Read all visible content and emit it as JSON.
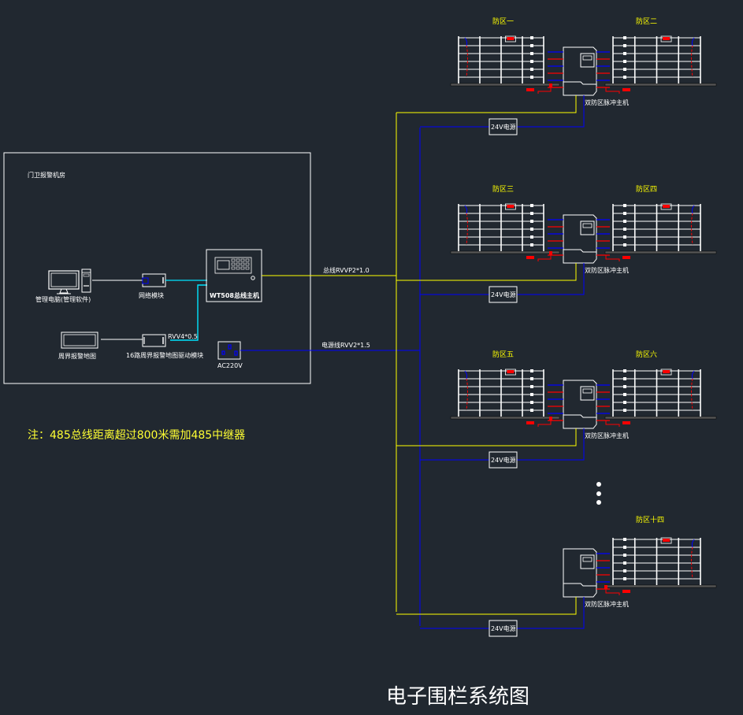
{
  "title": "电子围栏系统图",
  "note": "注：485总线距离超过800米需加485中继器",
  "colors": {
    "background": "#212830",
    "line_white": "#ffffff",
    "bus_yellow": "#ffff00",
    "power_blue": "#0000ff",
    "network_cyan": "#00e5ff",
    "hv_red": "#ff0000",
    "zone_label_yellow": "#ffff00"
  },
  "control_room": {
    "label": "门卫报警机房",
    "computer_label": "管理电脑(管理软件)",
    "network_module_label": "网络模块",
    "bus_host_label": "WT508总线主机",
    "map_label": "周界报警地图",
    "map_driver_label": "16路周界报警地图驱动模块",
    "cable_label": "RVV4*0.5",
    "socket_label": "AC220V"
  },
  "trunks": {
    "bus_cable_label": "总线RVVP2*1.0",
    "power_cable_label": "电源线RVV2*1.5"
  },
  "units": [
    {
      "zones": [
        "防区一",
        "防区二"
      ],
      "host_label": "双防区脉冲主机",
      "psu_label": "24V电源"
    },
    {
      "zones": [
        "防区三",
        "防区四"
      ],
      "host_label": "双防区脉冲主机",
      "psu_label": "24V电源"
    },
    {
      "zones": [
        "防区五",
        "防区六"
      ],
      "host_label": "双防区脉冲主机",
      "psu_label": "24V电源"
    },
    {
      "zones": [
        "防区十四"
      ],
      "host_label": "双防区脉冲主机",
      "psu_label": "24V电源"
    }
  ],
  "ellipsis_icon": "vertical-dots-icon"
}
